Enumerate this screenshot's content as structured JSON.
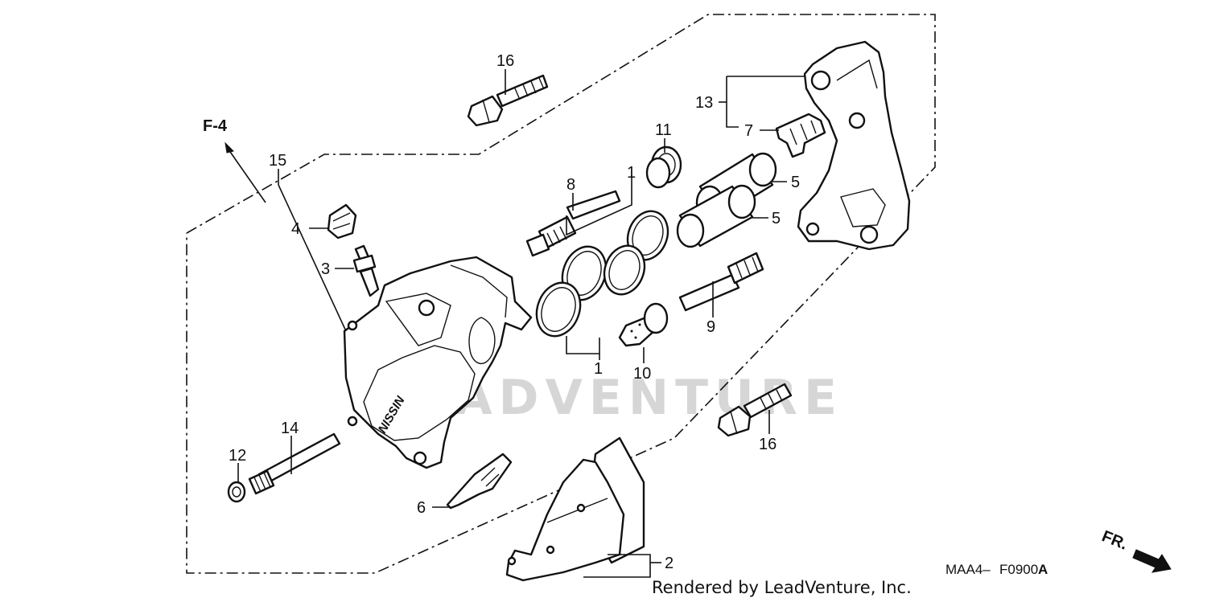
{
  "diagram": {
    "reference_arrow": "F-4",
    "front_arrow": "FR.",
    "watermark": "LEADVENTURE",
    "caliper_marking": "NISSIN",
    "part_code_prefix": "MAA4–",
    "part_code_number": "F0900",
    "part_code_suffix": "A",
    "credit": "Rendered by LeadVenture, Inc.",
    "callouts": {
      "c1a": "1",
      "c1b": "1",
      "c2": "2",
      "c3": "3",
      "c4": "4",
      "c5a": "5",
      "c5b": "5",
      "c6": "6",
      "c7": "7",
      "c8": "8",
      "c9": "9",
      "c10": "10",
      "c11": "11",
      "c12": "12",
      "c13": "13",
      "c14": "14",
      "c15": "15",
      "c16a": "16",
      "c16b": "16"
    }
  },
  "colors": {
    "ink": "#111111",
    "watermark": "#d6d6d6",
    "background": "#ffffff"
  }
}
